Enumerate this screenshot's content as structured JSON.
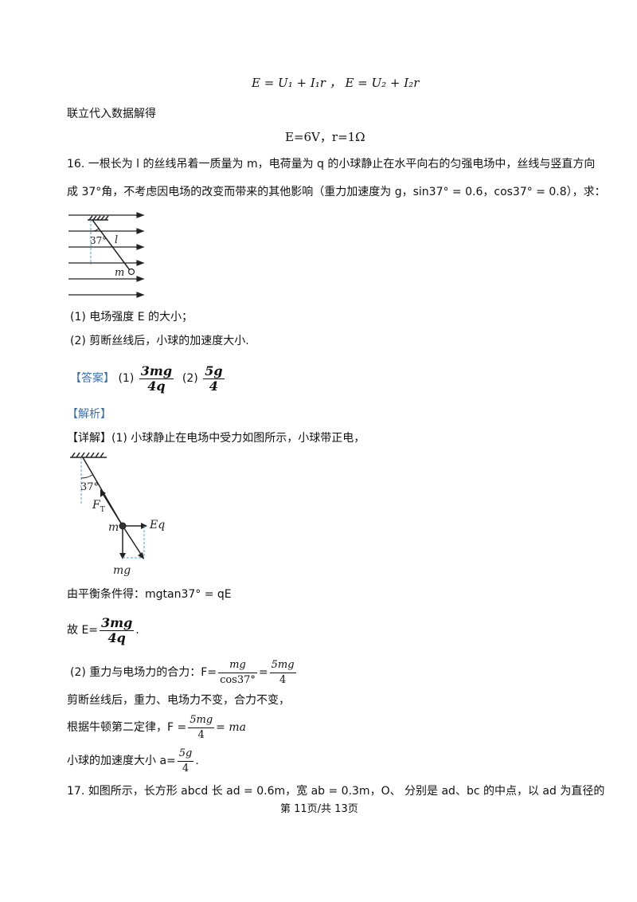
{
  "top_equation": "E = U₁ + I₁r ， E = U₂ + I₂r",
  "solve_intro": "联立代入数据解得",
  "solve_result": "E=6V，r=1Ω",
  "q16": {
    "line1": "16. 一根长为 l 的丝线吊着一质量为 m，电荷量为 q 的小球静止在水平向右的匀强电场中，丝线与竖直方向",
    "line2": "成 37°角，不考虑因电场的改变而带来的其他影响（重力加速度为 g，sin37° = 0.6，cos37° = 0.8），求：",
    "figure": {
      "angle": "37°",
      "length": "l",
      "mass": "m"
    },
    "sub1": "(1) 电场强度 E 的大小；",
    "sub2": "(2) 剪断丝线后，小球的加速度大小."
  },
  "answer": {
    "label": "【答案】",
    "p1": "(1)",
    "a1_num": "3mg",
    "a1_den": "4q",
    "p2": "(2)",
    "a2_num": "5g",
    "a2_den": "4"
  },
  "analysis_label": "【解析】",
  "detail": {
    "label": "【详解】",
    "intro": "(1) 小球静止在电场中受力如图所示，小球带正电，",
    "figure": {
      "angle": "37°",
      "tension": "F",
      "tension_sub": "T",
      "mass": "m",
      "electric": "Eq",
      "gravity": "mg"
    },
    "balance": "由平衡条件得：mgtan37° = qE",
    "e_prefix": "故 E=",
    "e_num": "3mg",
    "e_den": "4q",
    "e_suffix": ".",
    "part2_prefix": "(2) 重力与电场力的合力：F=",
    "f_num1": "mg",
    "f_den1": "cos37°",
    "eq": "=",
    "f_num2": "5mg",
    "f_den2": "4",
    "cut_line": "剪断丝线后，重力、电场力不变，合力不变，",
    "newton_prefix": "根据牛顿第二定律，F =",
    "newton_num": "5mg",
    "newton_den": "4",
    "newton_suffix": "= ma",
    "acc_prefix": "小球的加速度大小 a=",
    "acc_num": "5g",
    "acc_den": "4",
    "acc_suffix": "."
  },
  "q17_line": "17. 如图所示，长方形 abcd 长 ad = 0.6m，宽 ab = 0.3m，O、 分别是 ad、bc 的中点，以 ad 为直径的",
  "footer": "第 11页/共 13页"
}
